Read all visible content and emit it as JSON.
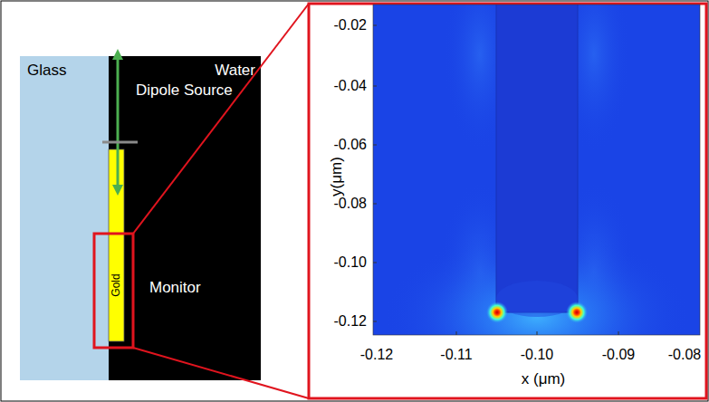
{
  "diagram": {
    "nodes": [
      {
        "text": [
          "Glass"
        ]
      },
      {
        "text": [
          "Water"
        ]
      },
      {
        "text": [
          "Gold"
        ],
        "in": 1
      }
    ],
    "labels": [
      "Dipole Source",
      "Monitor",
      "-0.02",
      "-0.04",
      "-0.06",
      "-0.08",
      "-0.10",
      "-0.12",
      "-0.12",
      "-0.11",
      "-0.10",
      "-0.09",
      "-0.08",
      "y(μm)",
      "x (μm)"
    ]
  }
}
